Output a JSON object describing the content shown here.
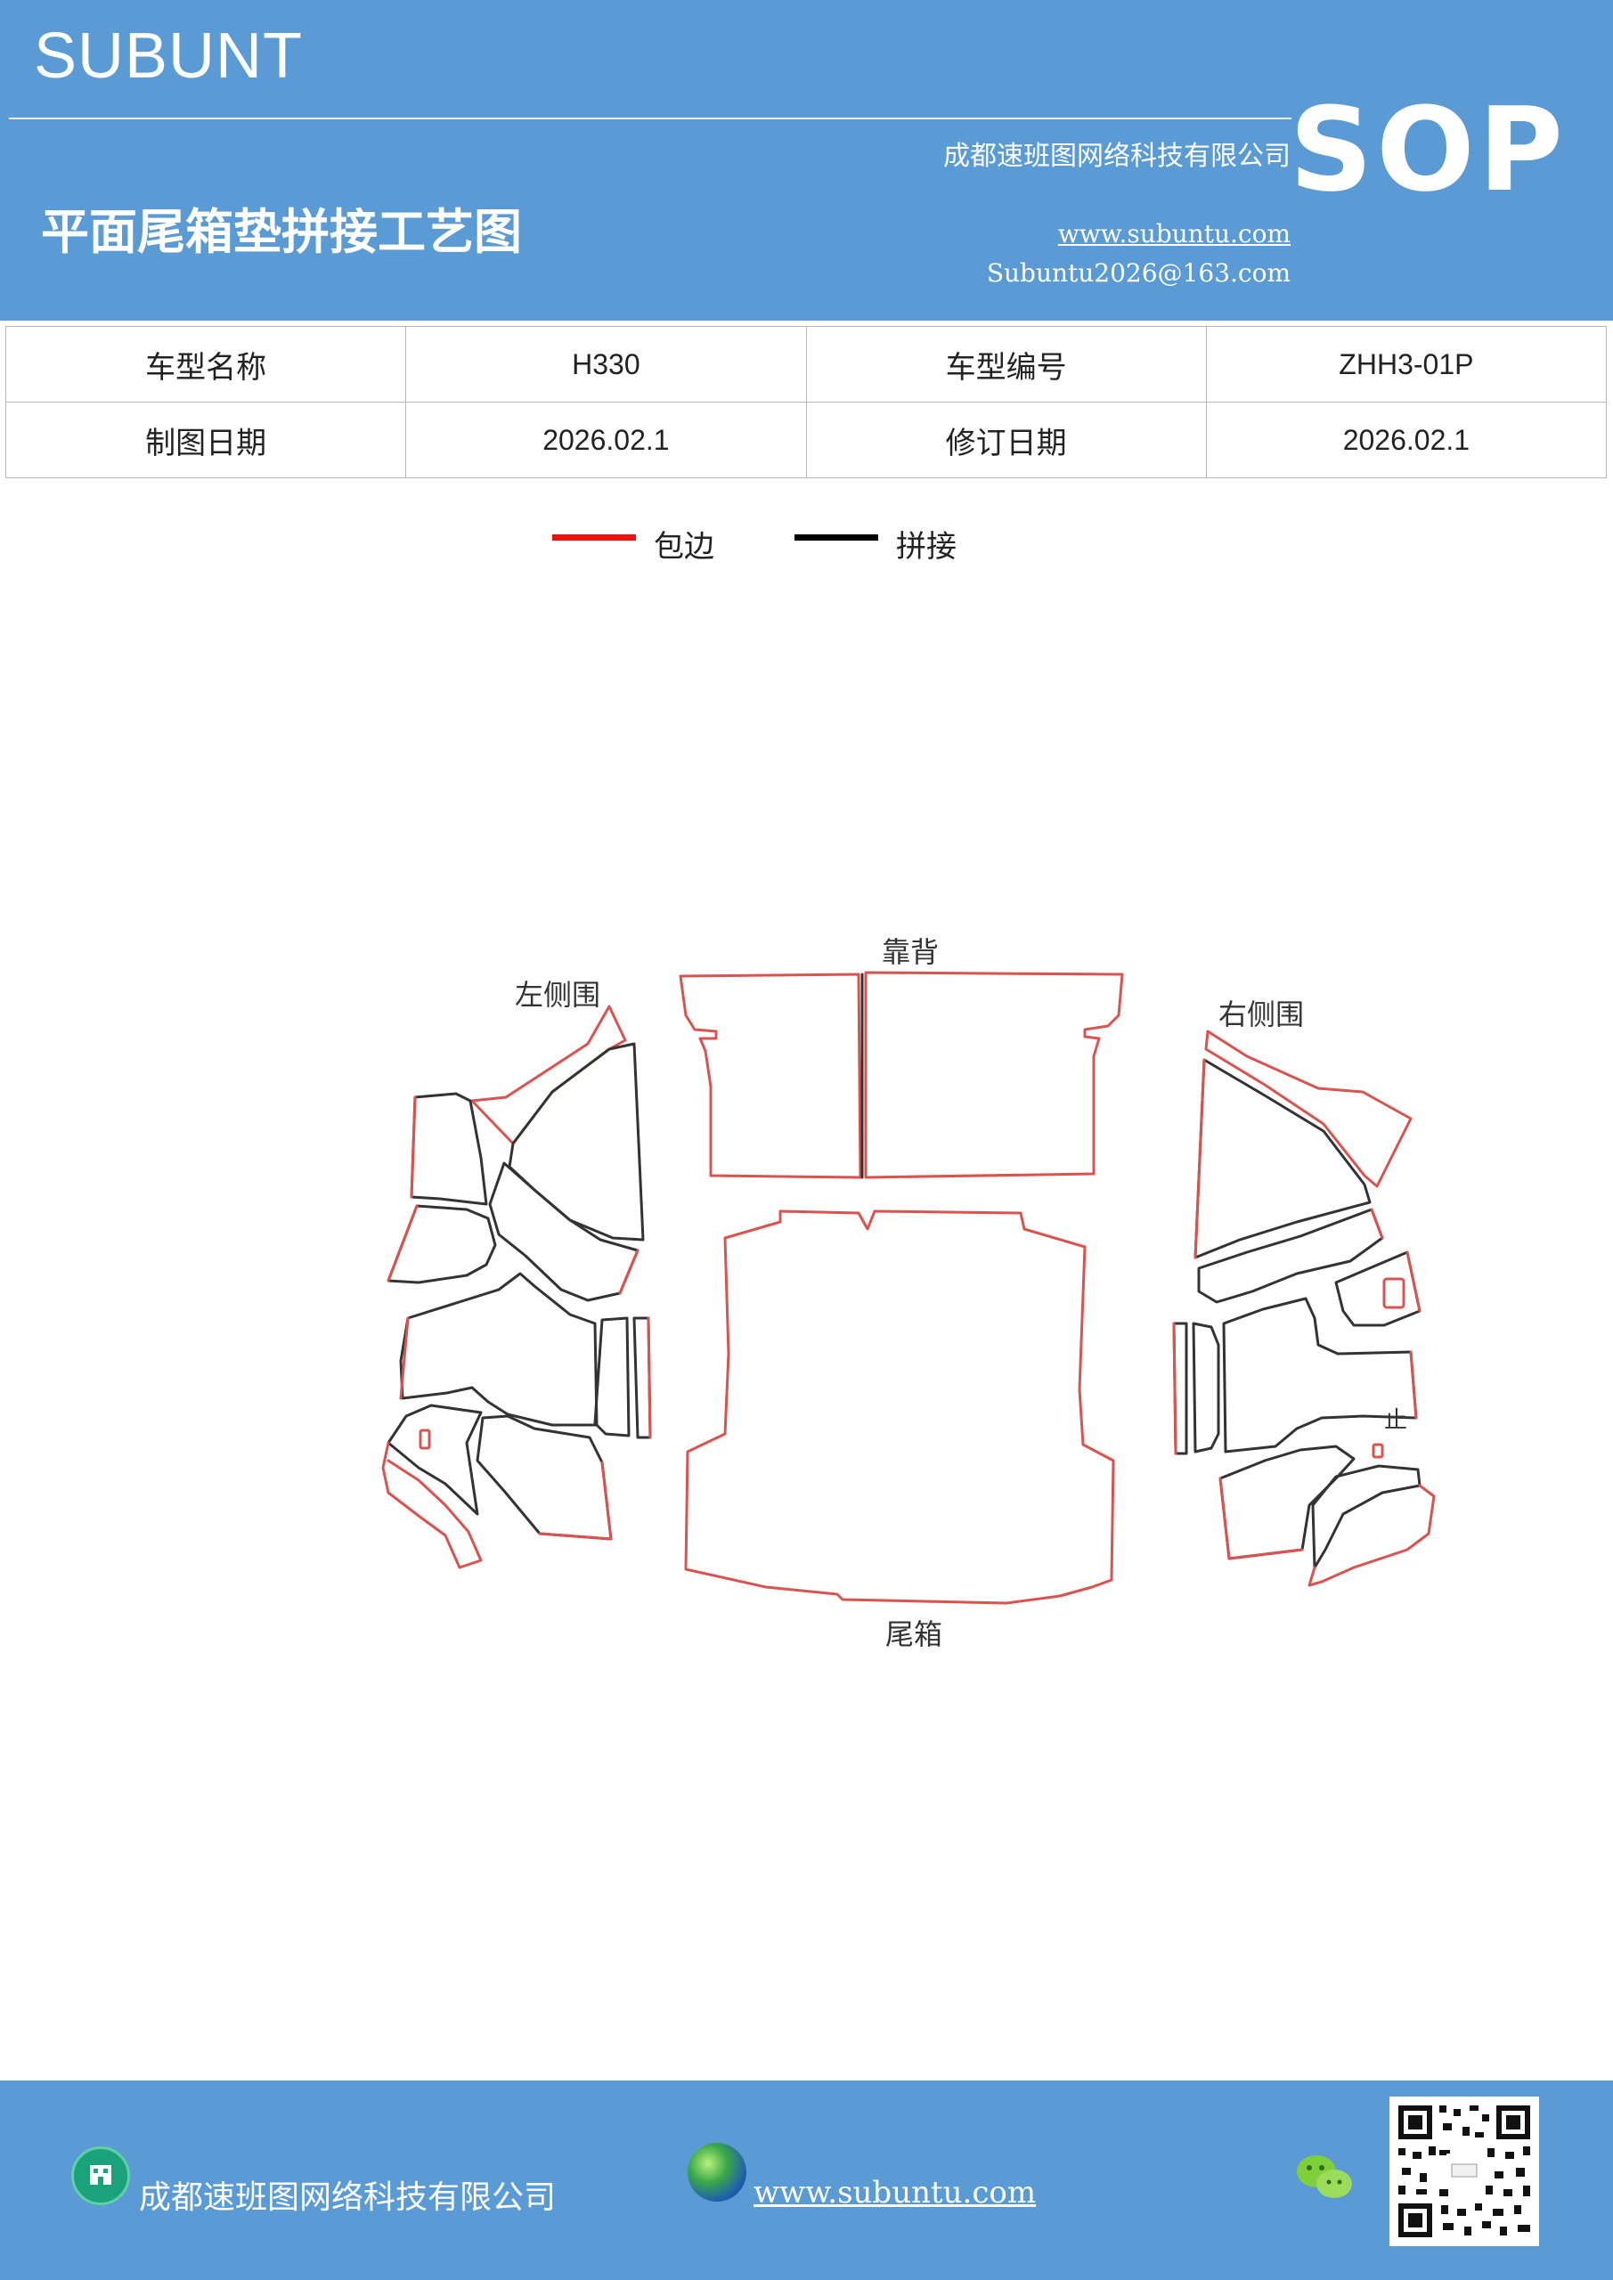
{
  "header": {
    "brand": "SUBUNT",
    "company": "成都速班图网络科技有限公司",
    "title": "平面尾箱垫拼接工艺图",
    "website": "www.subuntu.com",
    "email": "Subuntu2026@163.com",
    "badge": "SOP",
    "background_color": "#5b9bd5"
  },
  "info_table": {
    "rows": [
      [
        {
          "label": "车型名称",
          "value": "H330"
        },
        {
          "label": "车型编号",
          "value": "ZHH3-01P"
        }
      ],
      [
        {
          "label": "制图日期",
          "value": "2026.02.1"
        },
        {
          "label": "修订日期",
          "value": "2026.02.1"
        }
      ]
    ]
  },
  "legend": [
    {
      "label": "包边",
      "color": "#ee1111"
    },
    {
      "label": "拼接",
      "color": "#000000"
    }
  ],
  "drawing": {
    "labels": {
      "backrest": "靠背",
      "left_side": "左侧围",
      "right_side": "右侧围",
      "trunk": "尾箱",
      "mark": "止"
    },
    "edge_color": "#d9534f",
    "seam_color": "#333333"
  },
  "footer": {
    "company": "成都速班图网络科技有限公司",
    "website": "www.subuntu.com",
    "icons": [
      "building-icon",
      "globe-icon",
      "wechat-icon",
      "qr-code"
    ]
  }
}
